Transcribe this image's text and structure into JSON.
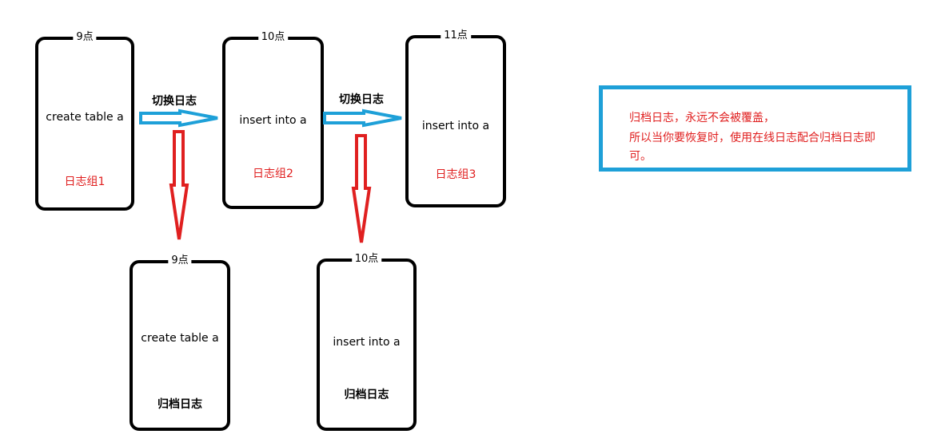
{
  "top_boxes": [
    {
      "time": "9点",
      "command": "create table a",
      "group": "日志组1"
    },
    {
      "time": "10点",
      "command": "insert into a",
      "group": "日志组2"
    },
    {
      "time": "11点",
      "command": "insert into a",
      "group": "日志组3"
    }
  ],
  "archive_boxes": [
    {
      "time": "9点",
      "command": "create table a",
      "label": "归档日志"
    },
    {
      "time": "10点",
      "command": "insert into a",
      "label": "归档日志"
    }
  ],
  "switch_labels": [
    "切换日志",
    "切换日志"
  ],
  "note": {
    "lines": [
      "归档日志，永远不会被覆盖，",
      "所以当你要恢复时，使用在线日志配合归档日志即",
      "可。"
    ]
  },
  "colors": {
    "switch_arrow": "#1ea0d8",
    "archive_arrow": "#e02020",
    "note_border": "#1ea0d8",
    "red_text": "#e02020"
  }
}
